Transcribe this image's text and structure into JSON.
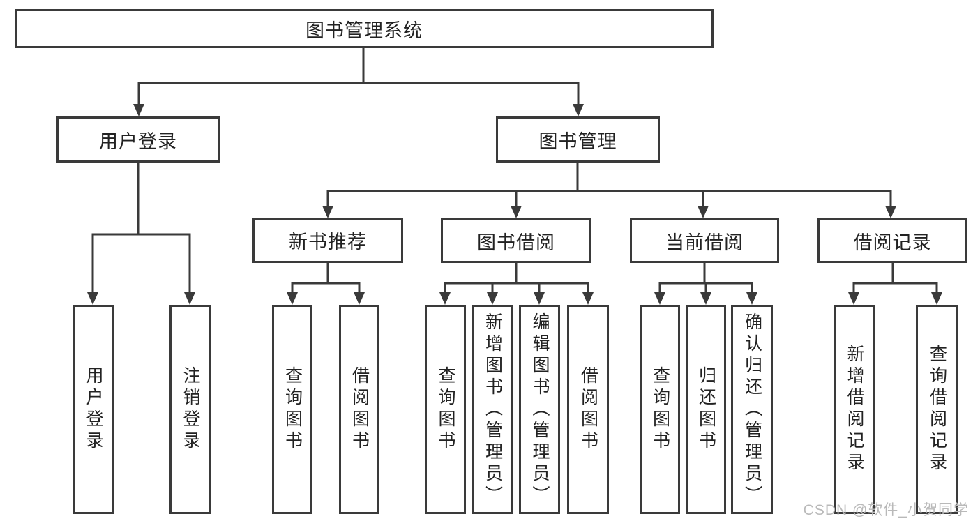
{
  "tree": {
    "label": "图书管理系统",
    "children": [
      {
        "label": "用户登录",
        "children": [
          {
            "label": "用户登录"
          },
          {
            "label": "注销登录"
          }
        ]
      },
      {
        "label": "图书管理",
        "children": [
          {
            "label": "新书推荐",
            "children": [
              {
                "label": "查询图书"
              },
              {
                "label": "借阅图书"
              }
            ]
          },
          {
            "label": "图书借阅",
            "children": [
              {
                "label": "查询图书"
              },
              {
                "label": "新增图书（管理员）"
              },
              {
                "label": "编辑图书（管理员）"
              },
              {
                "label": "借阅图书"
              }
            ]
          },
          {
            "label": "当前借阅",
            "children": [
              {
                "label": "查询图书"
              },
              {
                "label": "归还图书"
              },
              {
                "label": "确认归还（管理员）"
              }
            ]
          },
          {
            "label": "借阅记录",
            "children": [
              {
                "label": "新增借阅记录"
              },
              {
                "label": "查询借阅记录"
              }
            ]
          }
        ]
      }
    ]
  },
  "watermark": {
    "text": "CSDN @软件_小贺同学"
  },
  "colors": {
    "line": "#3a3a3a",
    "text": "#222222",
    "watermark": "#b9b9b9",
    "background": "#ffffff"
  }
}
